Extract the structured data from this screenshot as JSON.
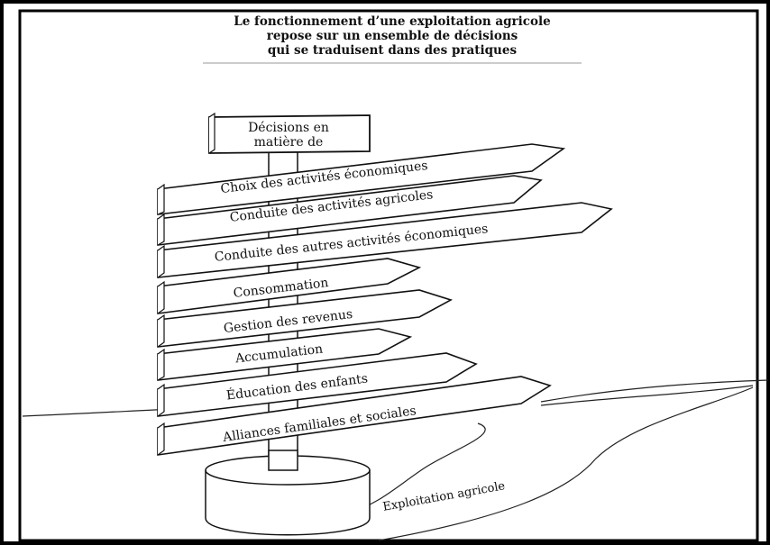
{
  "title_lines": [
    "Le fonctionnement d’une exploitation agricole",
    "repose sur un ensemble de décisions",
    "qui se traduisent dans des pratiques"
  ],
  "header_sign": [
    "Décisions en",
    "matière de"
  ],
  "signs": [
    "Choix des activités économiques",
    "Conduite des activités agricoles",
    "Conduite des autres activités économiques",
    "Consommation",
    "Gestion des revenus",
    "Accumulation",
    "Éducation des enfants",
    "Alliances familiales et sociales"
  ],
  "base_label": "Exploitation agricole"
}
